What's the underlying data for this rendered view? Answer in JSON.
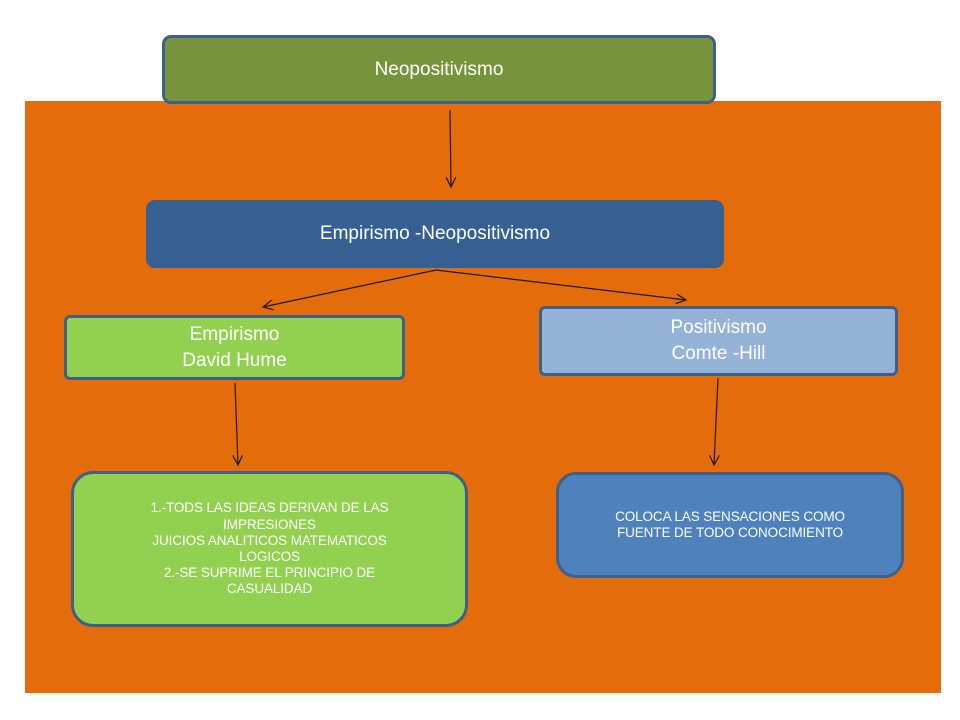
{
  "colors": {
    "background": "#e46c0a",
    "top_node": "#77933c",
    "mid_node": "#366092",
    "empirismo_node": "#92d050",
    "positivismo_node": "#95b3d7",
    "empirismo_detail_node": "#92d050",
    "positivismo_detail_node": "#4f81bd",
    "node_border": "#3e5f8a",
    "arrow": "#1a1a1a"
  },
  "nodes": {
    "top": {
      "lines": [
        "Neopositivismo"
      ]
    },
    "mid": {
      "lines": [
        "Empirismo -Neopositivismo"
      ]
    },
    "empirismo": {
      "lines": [
        "Empirismo",
        "David Hume"
      ]
    },
    "positivismo": {
      "lines": [
        "Positivismo",
        "Comte -Hill"
      ]
    },
    "empirismo_detail": {
      "lines": [
        "1.-TODS LAS IDEAS  DERIVAN DE LAS",
        "IMPRESIONES",
        "JUICIOS ANALITICOS MATEMATICOS",
        "LOGICOS",
        "2.-SE SUPRIME EL PRINCIPIO DE",
        "CASUALIDAD"
      ]
    },
    "positivismo_detail": {
      "lines": [
        "COLOCA LAS SENSACIONES COMO",
        "FUENTE DE TODO CONOCIMIENTO"
      ]
    }
  }
}
